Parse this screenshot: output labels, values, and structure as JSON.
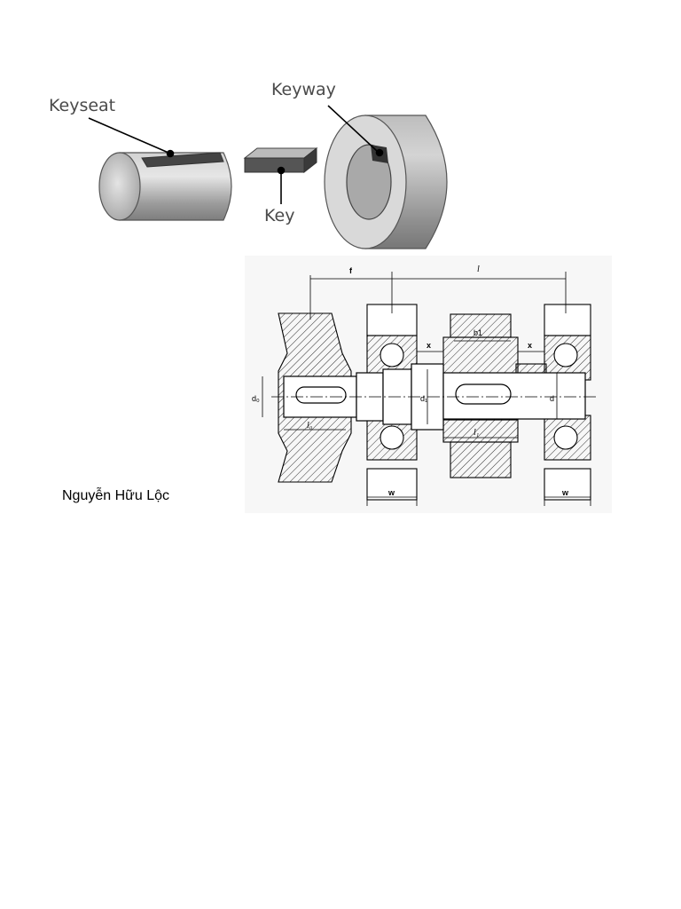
{
  "illustration": {
    "labels": {
      "keyseat": "Keyseat",
      "keyway": "Keyway",
      "key": "Key"
    }
  },
  "assembly": {
    "dimensions": {
      "f": "f",
      "l": "l",
      "x_left": "x",
      "x_right": "x",
      "b1": "b1",
      "d0": "d₀",
      "d1": "d₁",
      "d": "d",
      "l0": "l₀",
      "l1": "l₁",
      "w_left": "w",
      "w_right": "w"
    }
  },
  "author": "Nguyễn Hữu Lộc"
}
